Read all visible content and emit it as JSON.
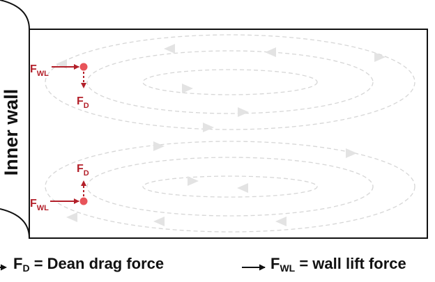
{
  "diagram": {
    "wall_label": "Inner wall",
    "force_wl": {
      "main": "F",
      "sub": "WL"
    },
    "force_d": {
      "main": "F",
      "sub": "D"
    }
  },
  "legend": {
    "drag": {
      "main": "F",
      "sub": "D",
      "text": "= Dean drag force"
    },
    "lift": {
      "main": "F",
      "sub": "WL",
      "text": "= wall lift force"
    }
  },
  "colors": {
    "particle": "#e8545a",
    "force": "#b3202a",
    "streamline": "#d6d6d6",
    "streamline_arrow": "#e3e3e3",
    "channel_border": "#111111"
  }
}
